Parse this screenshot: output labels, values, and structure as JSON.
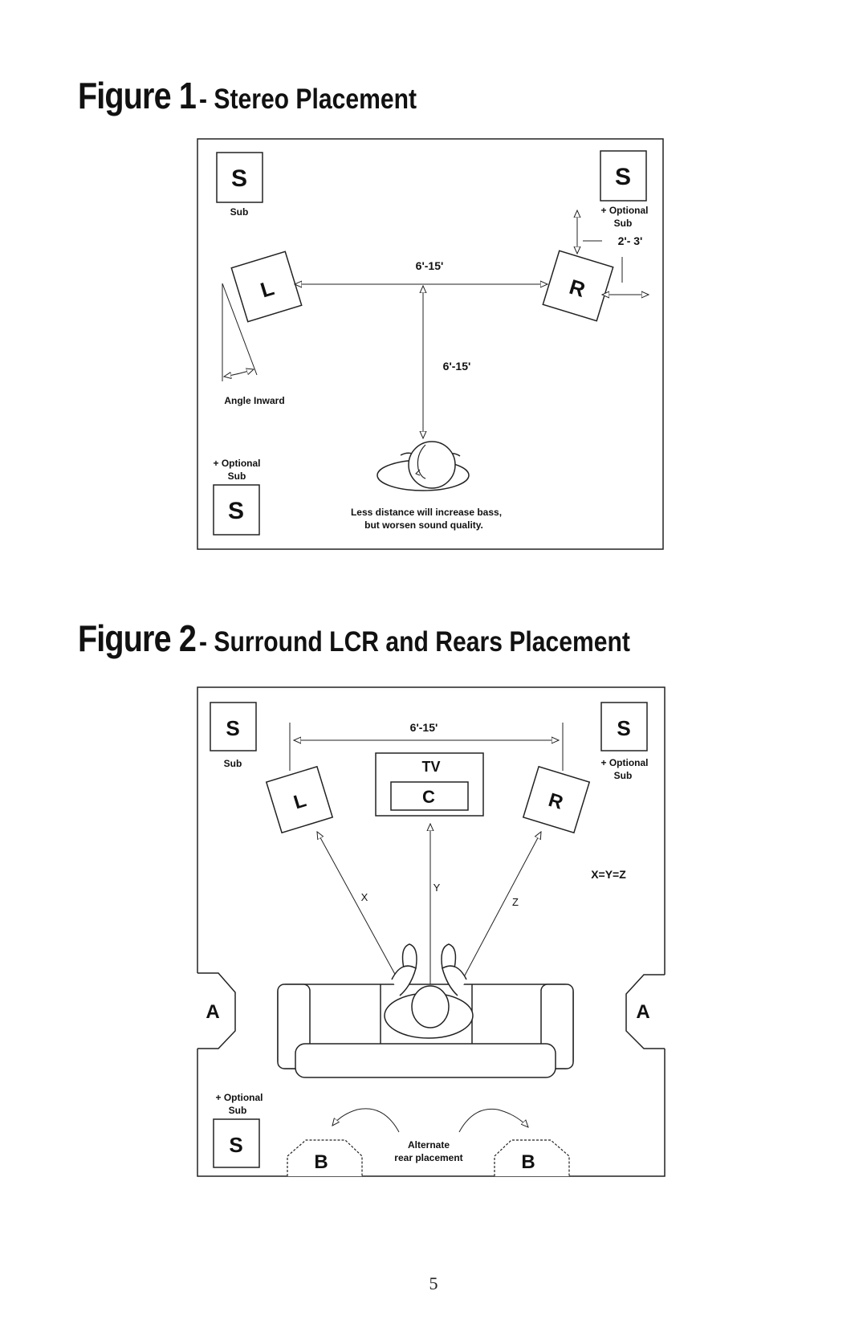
{
  "figure1": {
    "title": "Figure 1",
    "subtitle": "- Stereo Placement",
    "sub_left": {
      "letter": "S",
      "caption": "Sub"
    },
    "sub_right": {
      "letter": "S",
      "caption_line1": "+ Optional",
      "caption_line2": "Sub"
    },
    "sub_bottom": {
      "letter": "S",
      "caption_line1": "+ Optional",
      "caption_line2": "Sub"
    },
    "speaker_left": "L",
    "speaker_right": "R",
    "width_distance": "6'-15'",
    "depth_distance": "6'-15'",
    "wall_distance": "2'- 3'",
    "angle_label": "Angle Inward",
    "note_line1": "Less distance will increase bass,",
    "note_line2": "but worsen sound quality."
  },
  "figure2": {
    "title": "Figure 2",
    "subtitle": "- Surround LCR and Rears Placement",
    "sub_left": {
      "letter": "S",
      "caption": "Sub"
    },
    "sub_right": {
      "letter": "S",
      "caption_line1": "+ Optional",
      "caption_line2": "Sub"
    },
    "sub_bottom": {
      "letter": "S",
      "caption_line1": "+ Optional",
      "caption_line2": "Sub"
    },
    "width_distance": "6'-15'",
    "tv_label": "TV",
    "center_label": "C",
    "speaker_left": "L",
    "speaker_right": "R",
    "x_label": "X",
    "y_label": "Y",
    "z_label": "Z",
    "equation": "X=Y=Z",
    "rear_left": "A",
    "rear_right": "A",
    "alt_rear_left": "B",
    "alt_rear_right": "B",
    "alt_caption_line1": "Alternate",
    "alt_caption_line2": "rear placement"
  },
  "page_number": "5"
}
